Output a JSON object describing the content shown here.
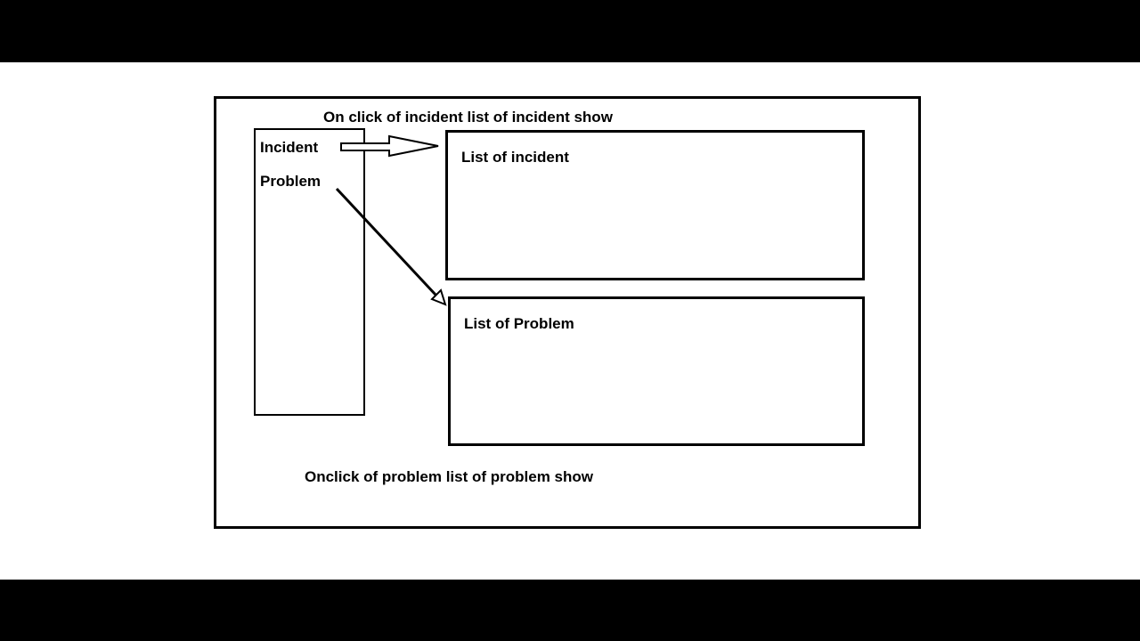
{
  "diagram": {
    "top_caption": "On click of incident list of incident show",
    "bottom_caption": "Onclick of problem list of problem show",
    "sidebar": {
      "items": [
        {
          "label": "Incident"
        },
        {
          "label": "Problem"
        }
      ]
    },
    "panels": [
      {
        "label": "List of incident"
      },
      {
        "label": "List of Problem"
      }
    ],
    "colors": {
      "background": "#000000",
      "canvas": "#ffffff",
      "line": "#000000"
    }
  }
}
